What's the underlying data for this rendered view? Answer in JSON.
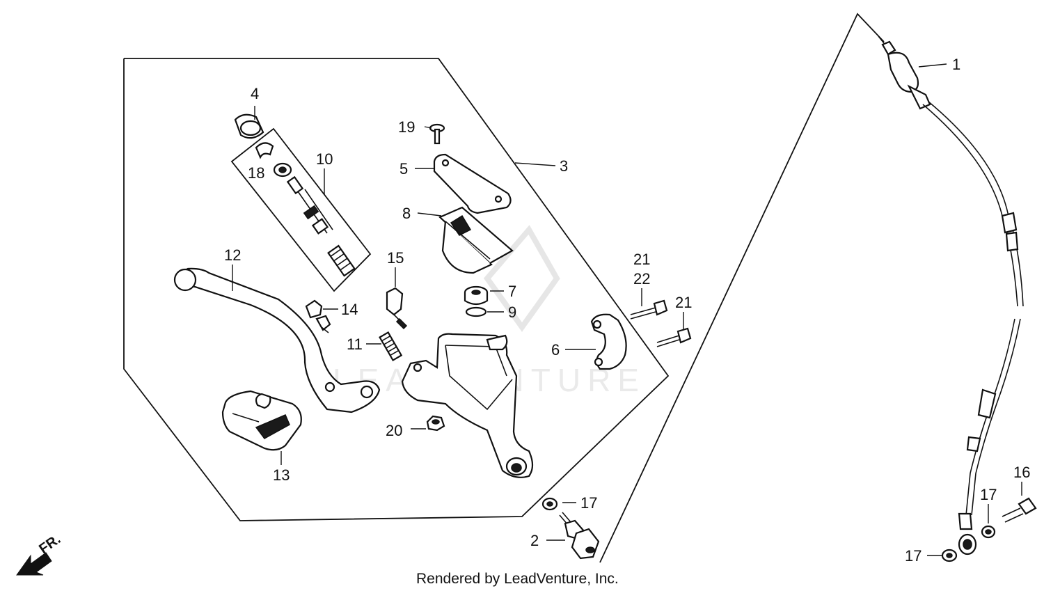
{
  "diagram": {
    "callouts": [
      {
        "id": "c1",
        "text": "1"
      },
      {
        "id": "c2",
        "text": "2"
      },
      {
        "id": "c3",
        "text": "3"
      },
      {
        "id": "c4",
        "text": "4"
      },
      {
        "id": "c5",
        "text": "5"
      },
      {
        "id": "c6",
        "text": "6"
      },
      {
        "id": "c7",
        "text": "7"
      },
      {
        "id": "c8",
        "text": "8"
      },
      {
        "id": "c9",
        "text": "9"
      },
      {
        "id": "c10",
        "text": "10"
      },
      {
        "id": "c11",
        "text": "11"
      },
      {
        "id": "c12",
        "text": "12"
      },
      {
        "id": "c13",
        "text": "13"
      },
      {
        "id": "c14",
        "text": "14"
      },
      {
        "id": "c15",
        "text": "15"
      },
      {
        "id": "c16",
        "text": "16"
      },
      {
        "id": "c17a",
        "text": "17"
      },
      {
        "id": "c17b",
        "text": "17"
      },
      {
        "id": "c17c",
        "text": "17"
      },
      {
        "id": "c18",
        "text": "18"
      },
      {
        "id": "c19",
        "text": "19"
      },
      {
        "id": "c20",
        "text": "20"
      },
      {
        "id": "c21a",
        "text": "21"
      },
      {
        "id": "c21b",
        "text": "21"
      },
      {
        "id": "c22",
        "text": "22"
      }
    ],
    "direction_label": "FR.",
    "watermark": "LEADVENTURE",
    "footer": "Rendered by LeadVenture, Inc."
  }
}
